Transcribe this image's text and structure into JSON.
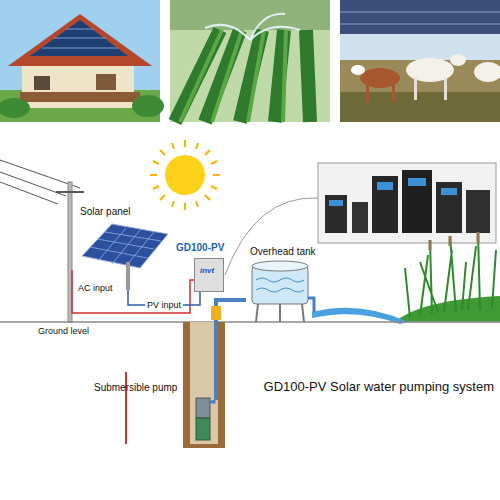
{
  "diagram": {
    "caption": "GD100-PV Solar water pumping system",
    "nodes": [
      {
        "text": [
          "Solar panel"
        ]
      },
      {
        "text": [
          "GD100-PV",
          "invt"
        ]
      },
      {
        "text": [
          "Overhead tank"
        ]
      },
      {
        "text": [
          "Submersible pump"
        ]
      }
    ],
    "edges": [
      {
        "from": 0,
        "to": 1,
        "arrow": "none",
        "label": "PV input"
      },
      {
        "from": 1,
        "to": 3,
        "arrow": "none"
      }
    ],
    "labels": [
      "AC input",
      "Ground level"
    ]
  }
}
